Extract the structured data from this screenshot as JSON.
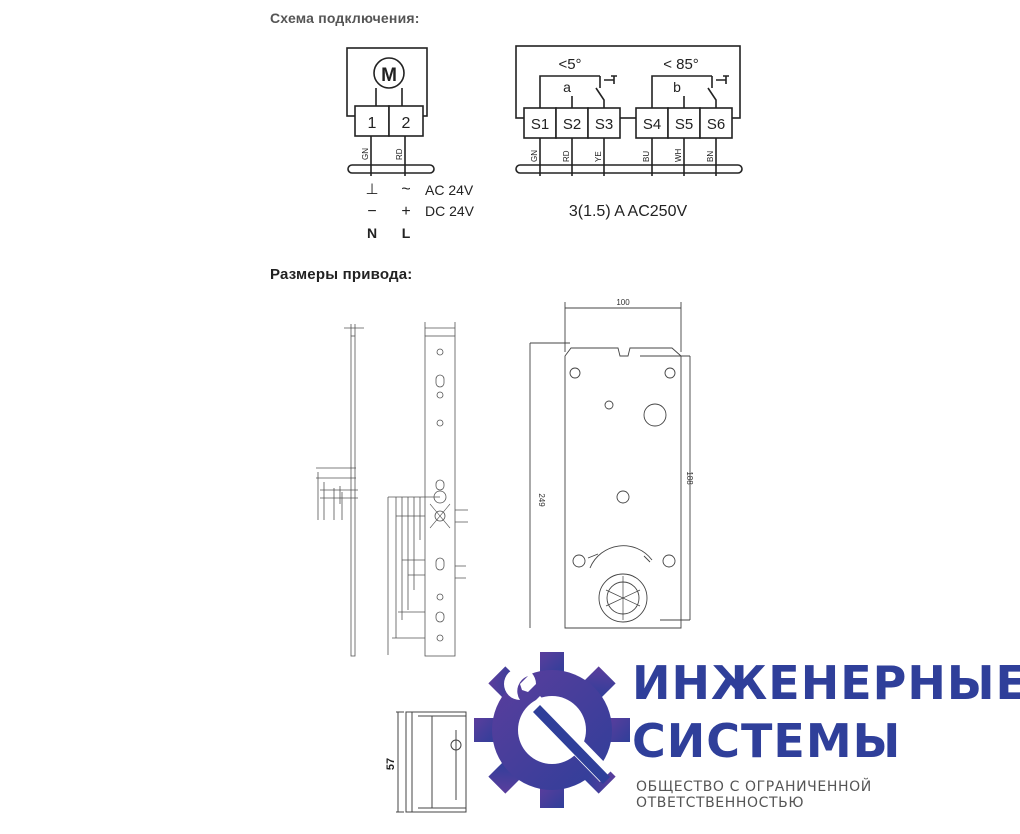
{
  "headings": {
    "wiring": "Схема подключения:",
    "dimensions": "Размеры привода:"
  },
  "motor": {
    "symbol": "M",
    "terminal_1": "1",
    "terminal_2": "2",
    "wire_gn": "GN",
    "wire_rd": "RD"
  },
  "power": {
    "ground_symbol": "⊥",
    "ac_symbol": "~",
    "ac_label": "AC 24V",
    "minus_symbol": "−",
    "plus_symbol": "+",
    "dc_label": "DC 24V",
    "n_label": "N",
    "l_label": "L"
  },
  "switches": {
    "angle_a": "<5°",
    "angle_b": "< 85°",
    "label_a": "a",
    "label_b": "b",
    "terminals": [
      "S1",
      "S2",
      "S3",
      "S4",
      "S5",
      "S6"
    ],
    "wires": [
      "GN",
      "RD",
      "YE",
      "BU",
      "WH",
      "BN"
    ],
    "rating": "3(1.5) A  AC250V"
  },
  "drawing": {
    "width_dim": "100",
    "height_dim": "249",
    "hole_dim": "188",
    "depth_dim": "57"
  },
  "logo": {
    "line1": "ИНЖЕНЕРНЫЕ",
    "line2": "СИСТЕМЫ",
    "subtitle": "ОБЩЕСТВО С ОГРАНИЧЕННОЙ ОТВЕТСТВЕННОСТЬЮ"
  },
  "colors": {
    "logo_blue": "#2f3f9a",
    "logo_purple": "#5b3d9c"
  }
}
